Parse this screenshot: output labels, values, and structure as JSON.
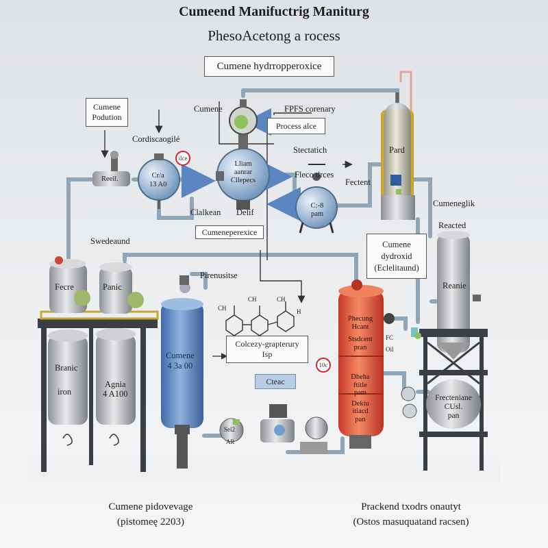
{
  "title_line1": "Cumeend Manifuctrig Maniturg",
  "title_line2": "PhesoAcetong a rocess",
  "top_box": "Cumene hydrropperoxice",
  "labels": {
    "cumene_polution_1": "Cumene",
    "cumene_polution_2": "Podution",
    "corderscomplic": "Cordiscaogilé",
    "cumene_top": "Cumene",
    "fpfs": "FPFS corenary",
    "process_alce": "Process alce",
    "stectatich": "Stectatich",
    "fleco_drces": "Fleco drces",
    "fectent": "Fectent",
    "pard": "Pard",
    "cumeneglik": "Cumeneglik",
    "reacted": "Reacted",
    "reactor_a_line1": "Cr/a",
    "reactor_a_line2": "13 A0",
    "reactor_b_line1": "Lliam",
    "reactor_b_line2": "aanrar",
    "reactor_b_line3": "Cllepecs",
    "small_tank_line1": "C:-8",
    "small_tank_line2": "pam",
    "clalkean": "Clalkean",
    "delif": "Delif",
    "cumeneperexice_box": "Cumeneperexice",
    "swedeaund": "Swedeaund",
    "pirenusitse": "Pirenusitse",
    "reit": "Reeil.",
    "cumene_dyd_1": "Cumene",
    "cumene_dyd_2": "dydroxid",
    "cumene_dyd_3": "(Eclelitaund)",
    "fecre": "Fecre",
    "panic_top": "Panic",
    "branic": "Branic",
    "iron": "iron",
    "agnia_1": "Agnia",
    "agnia_2": "4 A100",
    "cumene_blue_1": "Cumene",
    "cumene_blue_2": "4 3a 00",
    "colcozy_1": "Colcezy-grapterury",
    "colcozy_2": "Isp",
    "cteac": "Cteac",
    "phecung_1": "Phecung",
    "phecung_2": "Hcant",
    "stsdcent_1": "Stsdcent",
    "stsdcent_2": "pran",
    "dheha_1": "Dheha",
    "dheha_2": "ftitle",
    "dheha_3": "pam",
    "dekiu_1": "Dekiu",
    "dekiu_2": "itiacd",
    "dekiu_3": "pan",
    "reanie": "Reanie",
    "frecteniane_1": "Frecteniane",
    "frecteniane_2": "CUsl.",
    "frecteniane_3": "pan",
    "small_fc": "FC",
    "small_oil": "Oil",
    "small_ch1": "CH",
    "small_ch2": "CH",
    "small_ch3": "CH",
    "small_h": "H",
    "small_sel": "Sel2",
    "pump_small": "AR"
  },
  "warnings": [
    "ilce",
    "10c"
  ],
  "captions": {
    "left_1": "Cumene pidovevage",
    "left_2": "(pistomeę 2203)",
    "right_1": "Prackend txodrs onautyt",
    "right_2": "(Ostos masuquatand racsen)"
  },
  "colors": {
    "pipe": "#8fa6b8",
    "steel": "#b9bcc0",
    "blue_vessel": "#5b86c2",
    "red_vessel": "#e25b3c",
    "yellow_pipe": "#f0cf3c",
    "valve_green": "#8cbf5e",
    "frame": "#3b3e44"
  }
}
